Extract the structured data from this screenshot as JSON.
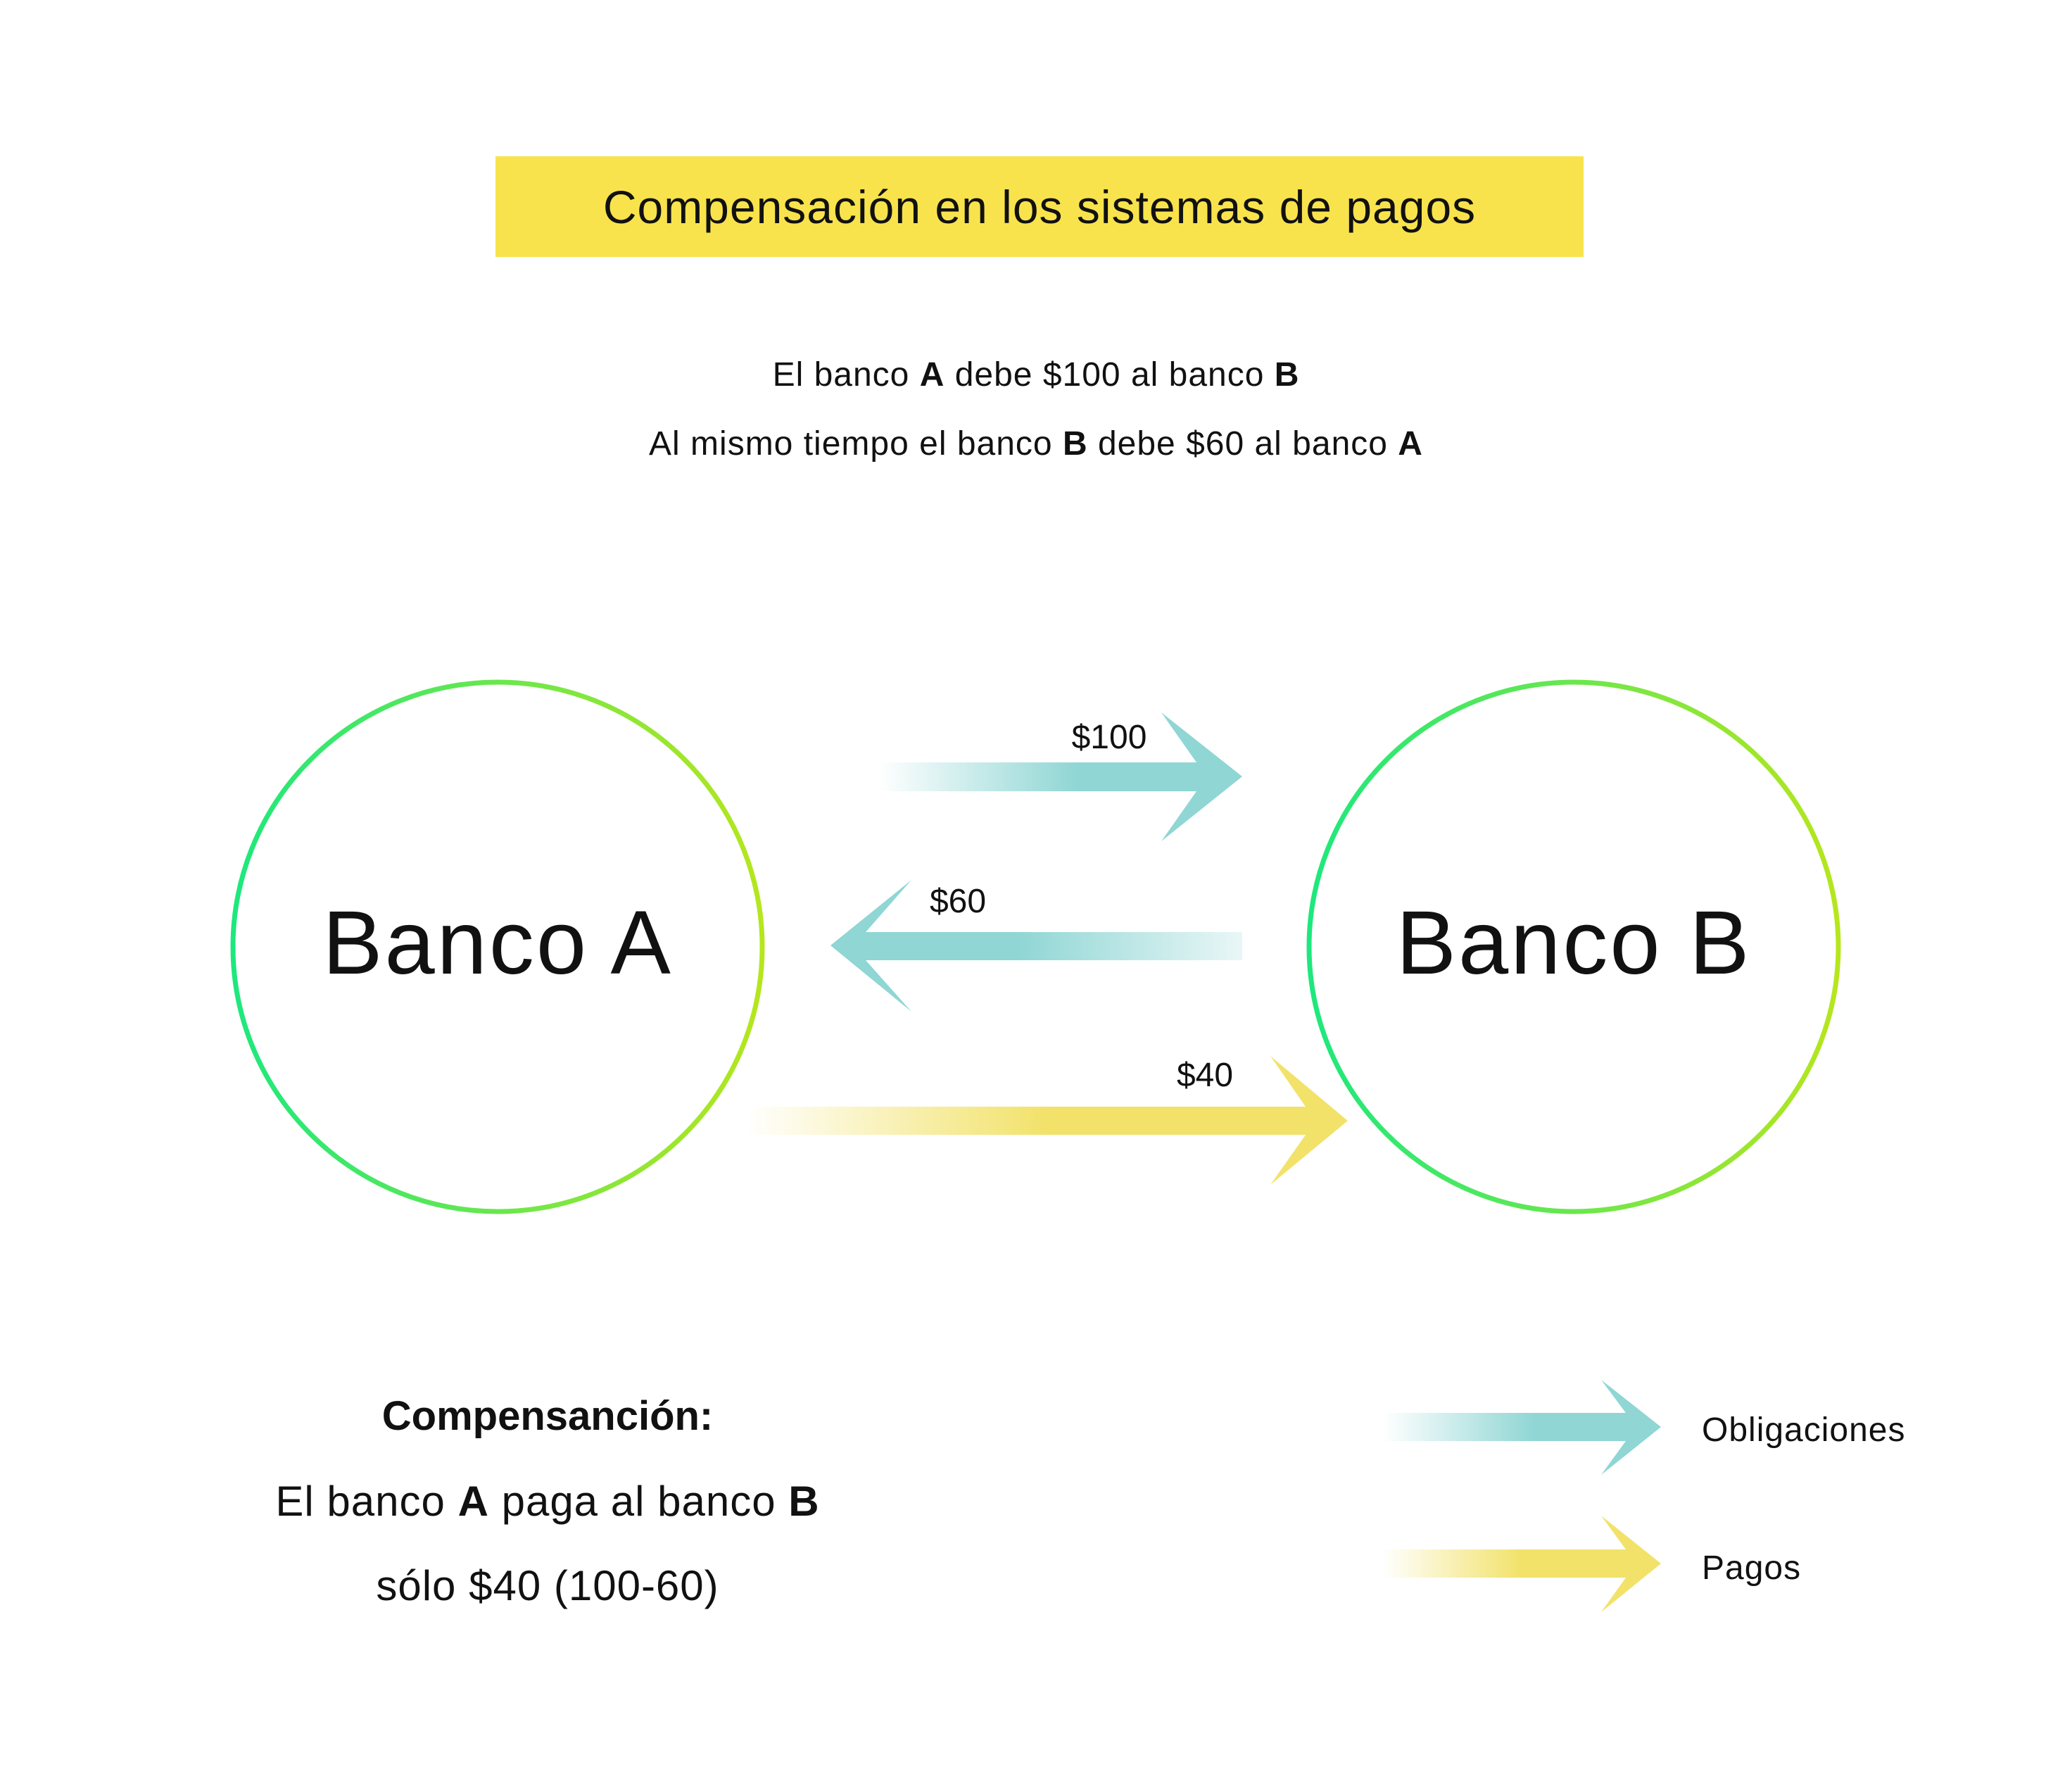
{
  "title": "Compensación en los sistemas de pagos",
  "statements": [
    {
      "p1": "El banco ",
      "b1": "A",
      "p2": " debe $100 al banco ",
      "b2": "B"
    },
    {
      "p1": "Al mismo tiempo el banco ",
      "b1": "B",
      "p2": " debe $60 al banco ",
      "b2": "A"
    }
  ],
  "nodes": {
    "bank_a": "Banco A",
    "bank_b": "Banco B"
  },
  "arrows": {
    "obligation_a_to_b": "$100",
    "obligation_b_to_a": "$60",
    "payment_a_to_b": "$40"
  },
  "summary": {
    "heading": "Compensanción:",
    "line1": {
      "p1": "El banco ",
      "b1": "A",
      "p2": " paga al banco ",
      "b2": "B"
    },
    "line2": "sólo $40 (100-60)"
  },
  "legend": {
    "obligations": "Obligaciones",
    "payments": "Pagos"
  },
  "colors": {
    "title_bg": "#f8e34c",
    "obligation_arrow": "#8fd6d4",
    "payment_arrow": "#f2e26a",
    "circle_gradient_start": "#1de87d",
    "circle_gradient_end": "#b6e61d"
  }
}
